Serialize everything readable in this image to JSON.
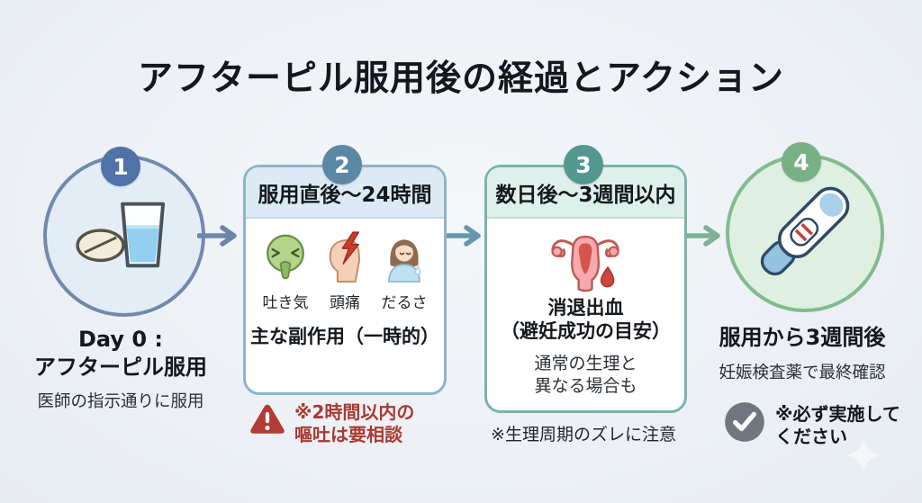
{
  "title": "アフターピル服用後の経過とアクション",
  "colors": {
    "background": "#edf1f5",
    "step1_accent": "#4f73a8",
    "step2_accent": "#5c88a5",
    "step3_accent": "#53978e",
    "step4_accent": "#79b186",
    "warning_red": "#a93a31",
    "check_gray": "#6f767d"
  },
  "step1": {
    "number": "1",
    "icon": "pill-and-water-glass-icon",
    "title_line1": "Day 0 :",
    "title_line2": "アフターピル服用",
    "subtitle": "医師の指示通りに服用"
  },
  "step2": {
    "number": "2",
    "header": "服用直後〜24時間",
    "symptoms": [
      {
        "icon": "nausea-face-icon",
        "label": "吐き気"
      },
      {
        "icon": "headache-icon",
        "label": "頭痛"
      },
      {
        "icon": "fatigue-woman-icon",
        "label": "だるさ"
      }
    ],
    "caption": "主な副作用（一時的）",
    "warning": {
      "icon": "warning-triangle-icon",
      "line1": "※2時間以内の",
      "line2": "嘔吐は要相談"
    }
  },
  "step3": {
    "number": "3",
    "header": "数日後〜3週間以内",
    "icon": "uterus-bleeding-icon",
    "title_line1": "消退出血",
    "title_line2": "（避妊成功の目安）",
    "body_line1": "通常の生理と",
    "body_line2": "異なる場合も",
    "note": "※生理周期のズレに注意"
  },
  "step4": {
    "number": "4",
    "icon": "pregnancy-test-icon",
    "title": "服用から3週間後",
    "subtitle": "妊娠検査薬で最終確認",
    "check_note": {
      "icon": "check-circle-icon",
      "line1": "※必ず実施して",
      "line2": "ください"
    }
  }
}
